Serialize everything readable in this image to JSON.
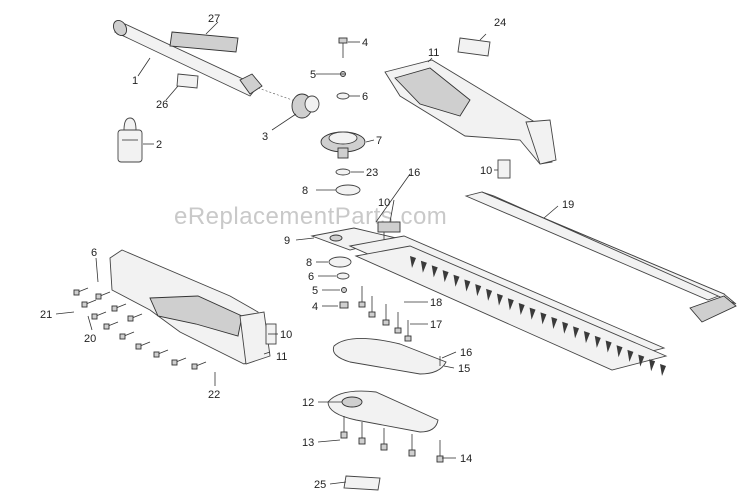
{
  "watermark": "eReplacementParts.com",
  "callouts": [
    "1",
    "2",
    "3",
    "4",
    "5",
    "6",
    "7",
    "8",
    "9",
    "10",
    "11",
    "12",
    "13",
    "14",
    "15",
    "16",
    "17",
    "18",
    "19",
    "20",
    "21",
    "22",
    "23",
    "24",
    "25",
    "26",
    "27"
  ],
  "colors": {
    "line": "#333333",
    "fill": "#f2f2f2",
    "watermark": "#c9c9c9"
  }
}
